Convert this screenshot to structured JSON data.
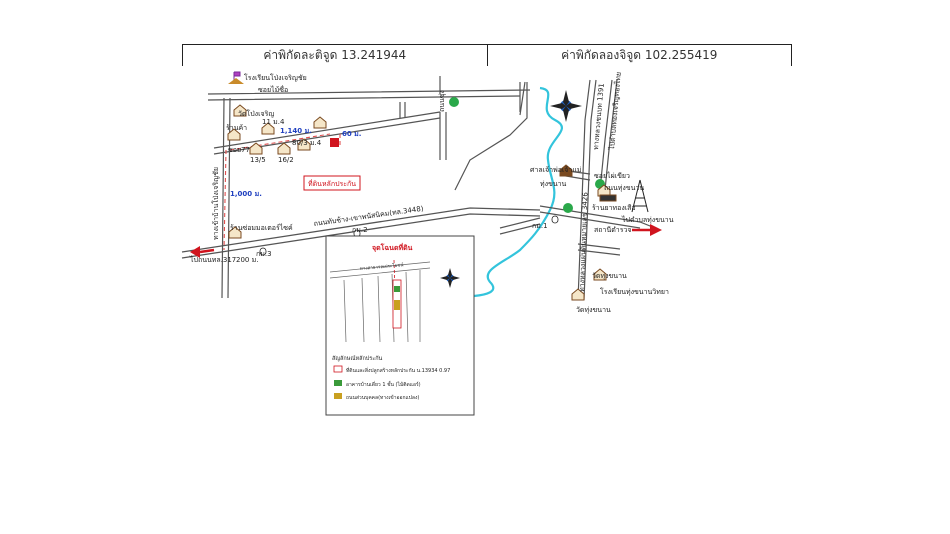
{
  "coordinates": {
    "latitude_label": "ค่าพิกัดละติจูด 13.241944",
    "longitude_label": "ค่าพิกัดลองจิจูด 102.255419"
  },
  "labels": {
    "school_top": "โรงเรียนโป่งเจริญชัย",
    "soi_mai_sue": "ซอยไม้ซื่อ",
    "wat_pong_charoen": "วัดโป่งเจริญ",
    "moo4": "11 ม.4",
    "ran_kha": "ร้านค้า",
    "dist_1140": "1,140 ม.",
    "dist_60": "60 ม.",
    "soi77": "ซอย77",
    "h13_5": "13/5",
    "h16_2": "16/2",
    "h80_3": "80/3 ม.4",
    "collateral": "ที่ดินหลักประกัน",
    "dist_1000": "1,000 ม.",
    "road_vertical_left": "ทางเข้าบ้านโป่งเจริญชัย",
    "road_main": "ถนนทับช้าง-เขาพนัสนิคม(ทล.3448)",
    "shop_motorcycle": "ร้านซ่อมมอเตอร์ไซค์",
    "km2": "กม.2",
    "km3": "กม.3",
    "to_left": "ไปถนนทล.317",
    "dist_200": "200 ม.",
    "road_top_small": "ถนนซุ่ง",
    "shrine": "ศาลเจ้าพ่อเจ้าแม่",
    "thung_khanan": "ทุ่งขนาน",
    "school_thung": "ถนนทุ่งขนาน",
    "soi_pao": "ซอยไผ่เขียว",
    "to_right": "ไปตำบลทุ่งขนาน",
    "highway_1391": "ทางหลวงชนบท 1391",
    "to_top_right": "ไปตำบลทองเจริญทองไทย",
    "km1": "กม.1",
    "shop_right": "ร้านยาทองเสือ",
    "police": "สถานีตำรวจ",
    "highway_3426": "ทางหลวงแผ่นดินหมายเลข 3426",
    "wat_thung_sapphaya": "วัดทุ่งขนาน",
    "school_thung_witthaya": "โรงเรียนทุ่งขนานวิทยา",
    "wat_thung_bottom": "วัดทุ่งขนาน",
    "inset_title": "จุดโฉนดที่ดิน",
    "inset_legend_heading": "สัญลักษณ์หลักประกัน",
    "inset_legend_1": "ที่ดินและสิ่งปลูกสร้างหลักประกัน  น.13934  0.97",
    "inset_legend_2": "อาคารบ้านเดี่ยว 1 ชั้น (ไม้ติดแอร์)",
    "inset_legend_3": "ถนนส่วนบุคคล(ทางเข้าออกแปลง)",
    "inset_road": "ทางสาธารณประโยชน์"
  },
  "colors": {
    "river": "#33c4dc",
    "collateral_red": "#d0141e",
    "route_red": "#e05050",
    "blue_text": "#1f3fbf",
    "road_line": "#555555",
    "legend_green": "#2a9a3a"
  }
}
